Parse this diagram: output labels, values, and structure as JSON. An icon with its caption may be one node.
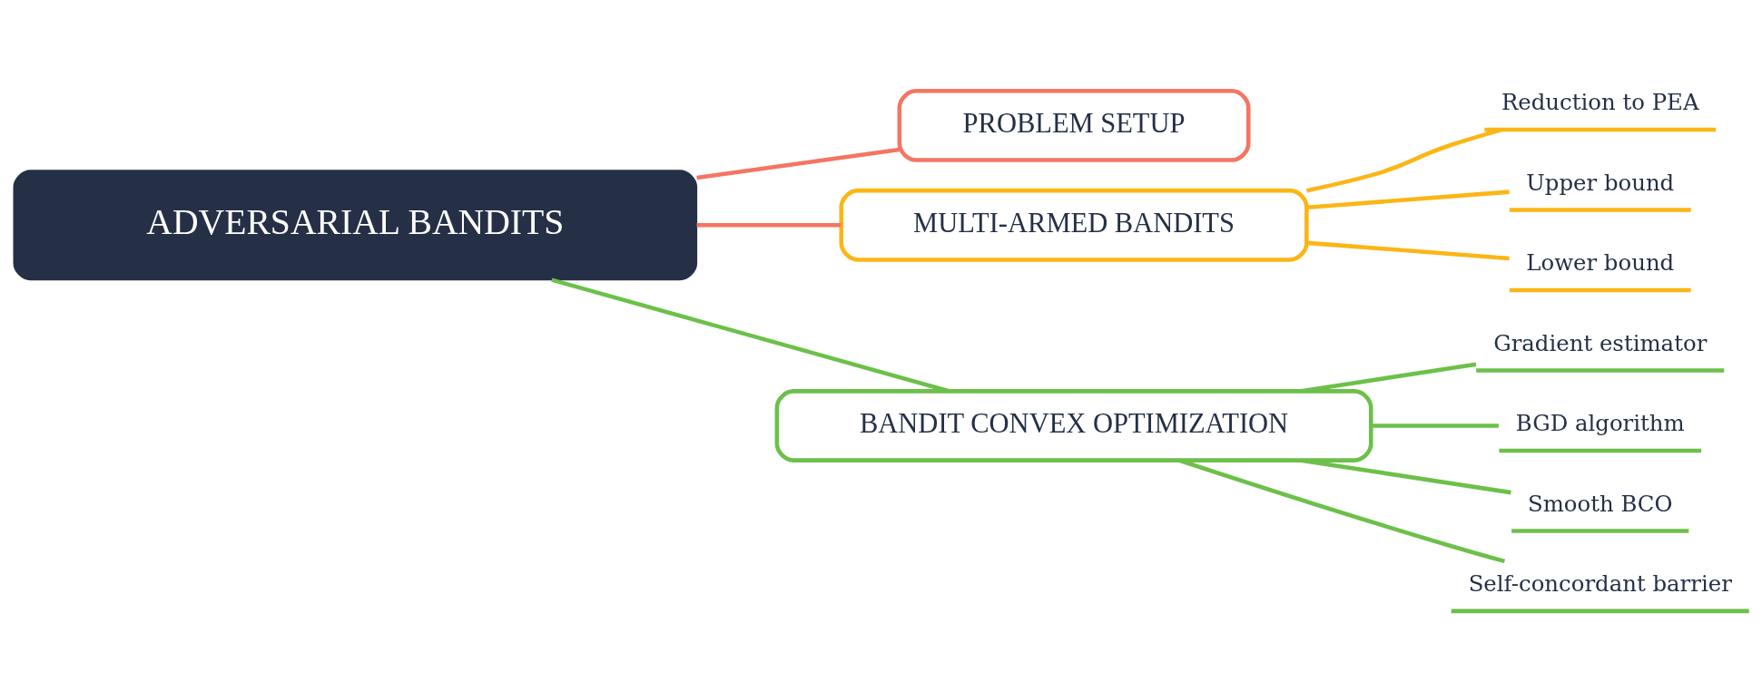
{
  "diagram": {
    "nodes": [
      {
        "text": [
          "ADVERSARIAL BANDITS"
        ]
      },
      {
        "text": [
          "PROBLEM SETUP"
        ]
      },
      {
        "text": [
          "MULTI-ARMED BANDITS"
        ]
      },
      {
        "text": [
          "BANDIT CONVEX OPTIMIZATION"
        ]
      },
      {
        "text": [
          "Reduction to PEA"
        ]
      },
      {
        "text": [
          "Upper bound"
        ]
      },
      {
        "text": [
          "Lower bound"
        ]
      },
      {
        "text": [
          "Gradient estimator"
        ]
      },
      {
        "text": [
          "BGD algorithm"
        ]
      },
      {
        "text": [
          "Smooth BCO"
        ]
      },
      {
        "text": [
          "Self-concordant barrier"
        ]
      }
    ],
    "edges": [
      {
        "from": 0,
        "to": 1,
        "arrow": "none",
        "color": "#f47562"
      },
      {
        "from": 0,
        "to": 2,
        "arrow": "none",
        "color": "#f47562"
      },
      {
        "from": 0,
        "to": 3,
        "arrow": "none",
        "color": "#6cc04a"
      },
      {
        "from": 2,
        "to": 4,
        "arrow": "none",
        "color": "#fbb515"
      },
      {
        "from": 2,
        "to": 5,
        "arrow": "none",
        "color": "#fbb515"
      },
      {
        "from": 2,
        "to": 6,
        "arrow": "none",
        "color": "#fbb515"
      },
      {
        "from": 3,
        "to": 7,
        "arrow": "none",
        "color": "#6cc04a"
      },
      {
        "from": 3,
        "to": 8,
        "arrow": "none",
        "color": "#6cc04a"
      },
      {
        "from": 3,
        "to": 9,
        "arrow": "none",
        "color": "#6cc04a"
      },
      {
        "from": 3,
        "to": 10,
        "arrow": "none",
        "color": "#6cc04a"
      }
    ]
  }
}
